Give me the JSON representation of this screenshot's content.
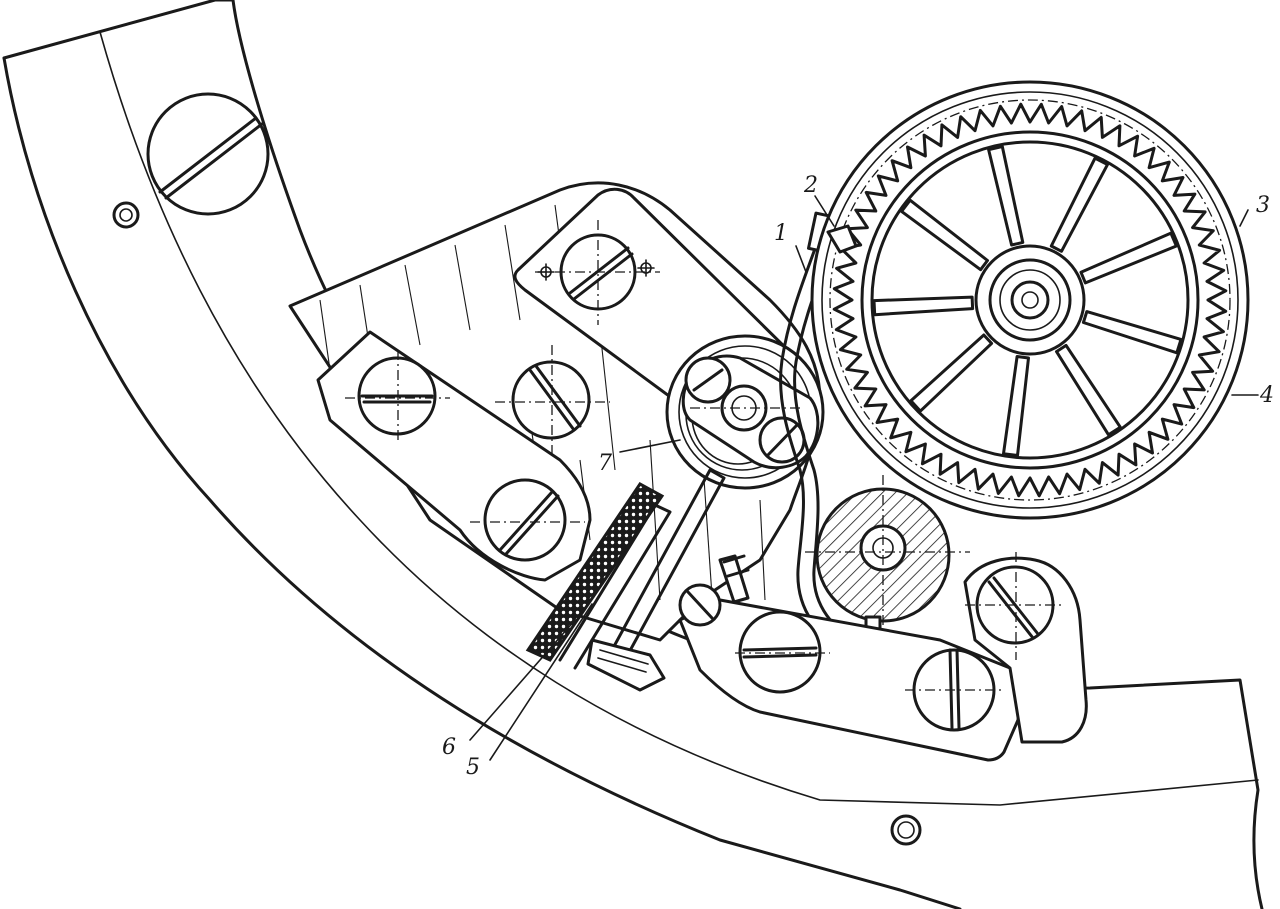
{
  "figure": {
    "part_labels": [
      {
        "id": "1",
        "text": "1"
      },
      {
        "id": "2",
        "text": "2"
      },
      {
        "id": "3",
        "text": "3"
      },
      {
        "id": "4",
        "text": "4"
      },
      {
        "id": "5",
        "text": "5"
      },
      {
        "id": "6",
        "text": "6"
      },
      {
        "id": "7",
        "text": "7"
      }
    ],
    "colors": {
      "ink": "#1a1a1a",
      "paper": "#ffffff"
    },
    "gear_teeth": 60,
    "wheel_spokes": 9
  }
}
